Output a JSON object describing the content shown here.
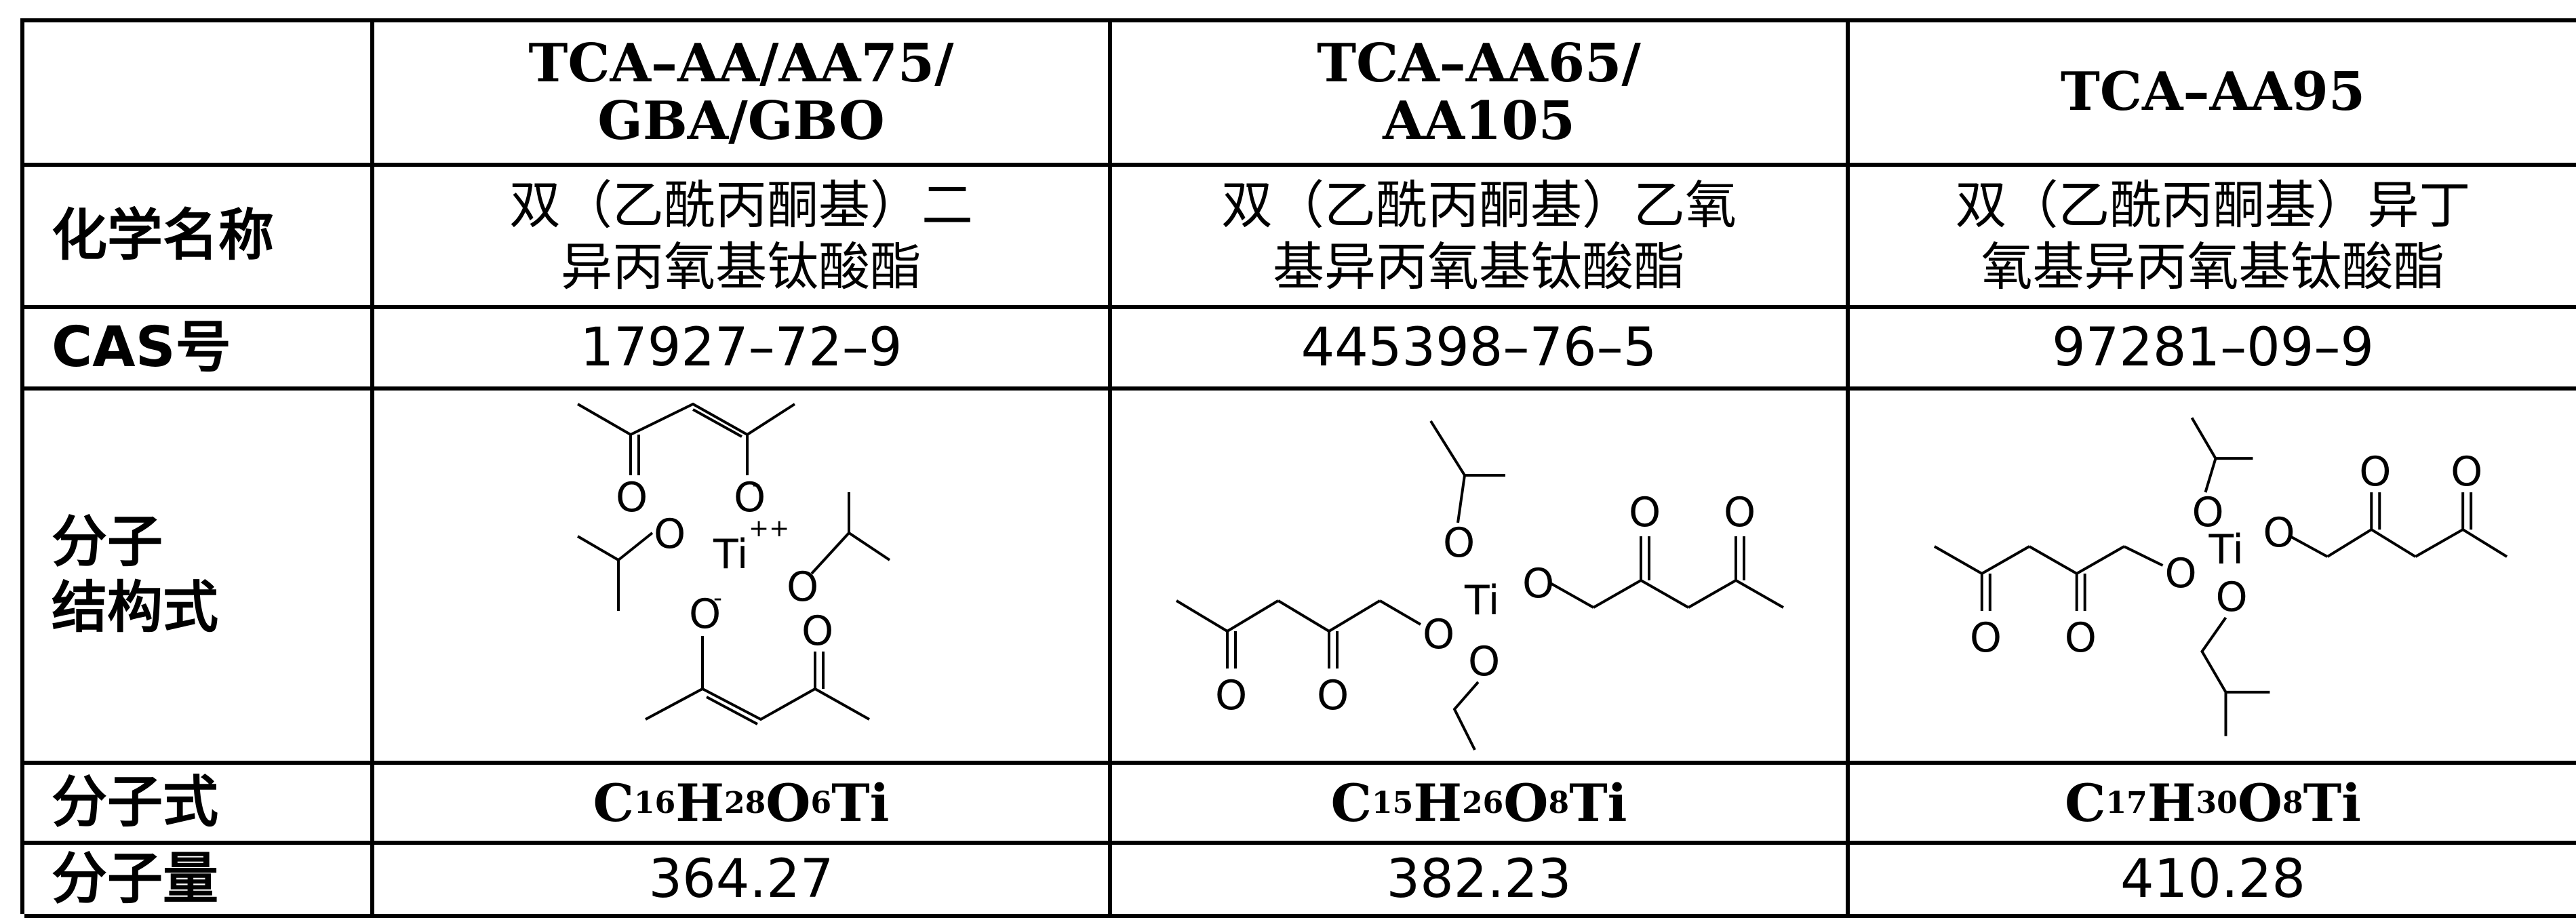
{
  "header": {
    "corner": "",
    "col1": [
      "TCA–AA/AA75/",
      "GBA/GBO"
    ],
    "col2": [
      "TCA–AA65/",
      "AA105"
    ],
    "col3": [
      "TCA–AA95"
    ]
  },
  "rows": {
    "chemical_name": {
      "label": "化学名称",
      "values": [
        [
          "双（乙酰丙酮基）二",
          "异丙氧基钛酸酯"
        ],
        [
          "双（乙酰丙酮基）乙氧",
          "基异丙氧基钛酸酯"
        ],
        [
          "双（乙酰丙酮基）异丁",
          "氧基异丙氧基钛酸酯"
        ]
      ]
    },
    "cas": {
      "label": "CAS号",
      "values": [
        "17927–72–9",
        "445398–76–5",
        "97281–09–9"
      ]
    },
    "structure": {
      "label": [
        "分子",
        "结构式"
      ],
      "atom_labels": {
        "oxygen": "O",
        "titanium": "Ti",
        "charge_plus": "++",
        "charge_minus": "-"
      }
    },
    "molecular_formula": {
      "label": "分子式",
      "values": [
        [
          {
            "t": "C"
          },
          {
            "s": "16"
          },
          {
            "t": "H"
          },
          {
            "s": "28"
          },
          {
            "t": "O"
          },
          {
            "s": "6"
          },
          {
            "t": "Ti"
          }
        ],
        [
          {
            "t": "C"
          },
          {
            "s": "15"
          },
          {
            "t": "H"
          },
          {
            "s": "26"
          },
          {
            "t": "O"
          },
          {
            "s": "8"
          },
          {
            "t": "Ti"
          }
        ],
        [
          {
            "t": "C"
          },
          {
            "s": "17"
          },
          {
            "t": "H"
          },
          {
            "s": "30"
          },
          {
            "t": "O"
          },
          {
            "s": "8"
          },
          {
            "t": "Ti"
          }
        ]
      ]
    },
    "molecular_weight": {
      "label": "分子量",
      "values": [
        "364.27",
        "382.23",
        "410.28"
      ]
    }
  }
}
